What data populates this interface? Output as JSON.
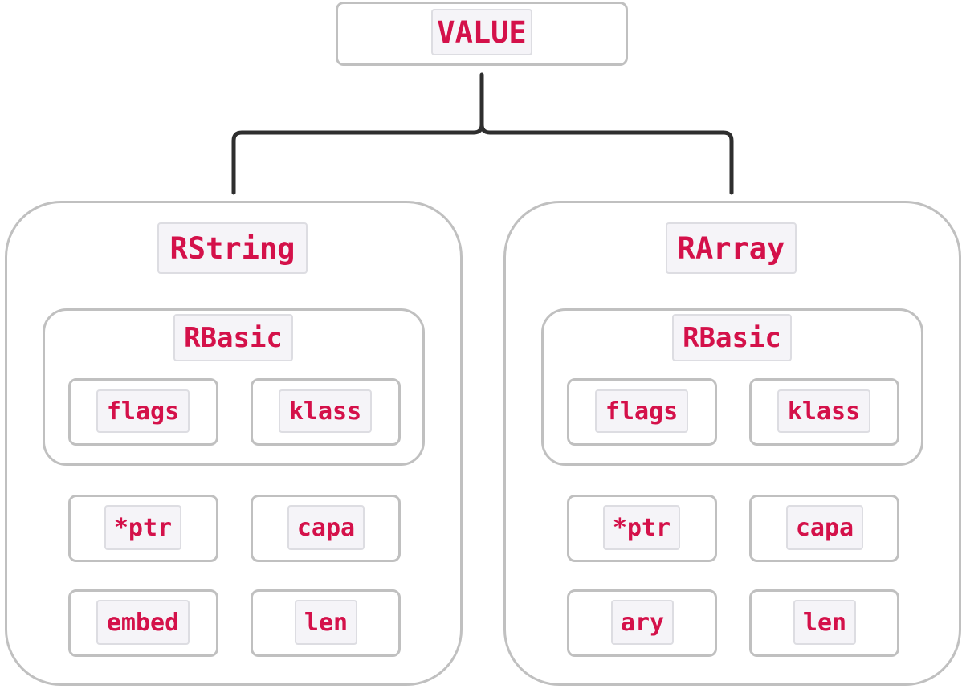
{
  "root": {
    "label": "VALUE"
  },
  "structs": [
    {
      "name": "RString",
      "basic": {
        "label": "RBasic",
        "fields": [
          "flags",
          "klass"
        ]
      },
      "fields": [
        "*ptr",
        "capa",
        "embed",
        "len"
      ]
    },
    {
      "name": "RArray",
      "basic": {
        "label": "RBasic",
        "fields": [
          "flags",
          "klass"
        ]
      },
      "fields": [
        "*ptr",
        "capa",
        "ary",
        "len"
      ]
    }
  ],
  "colors": {
    "code_text": "#d4114a",
    "border": "#c0c0c0",
    "connector": "#2e2e2e"
  }
}
